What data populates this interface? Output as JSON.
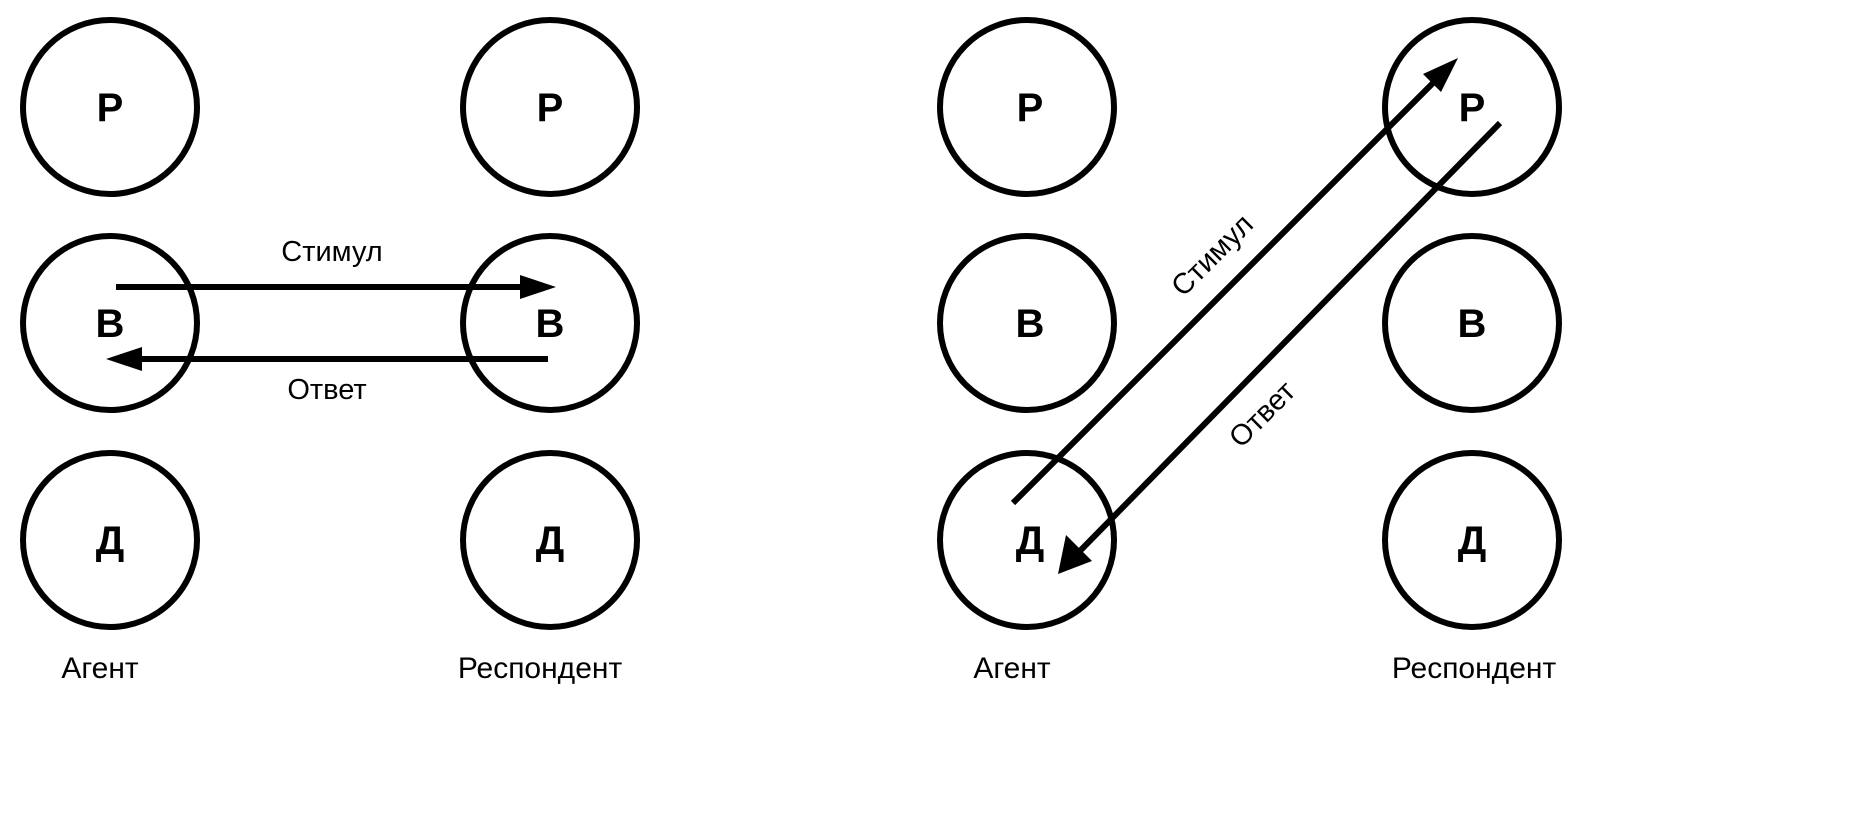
{
  "ego_states": {
    "parent": "Р",
    "adult": "В",
    "child": "Д"
  },
  "roles": {
    "agent": "Агент",
    "respondent": "Респондент"
  },
  "arrows": {
    "stimulus": "Стимул",
    "response": "Ответ"
  },
  "colors": {
    "stroke": "#000000",
    "background": "#ffffff"
  }
}
